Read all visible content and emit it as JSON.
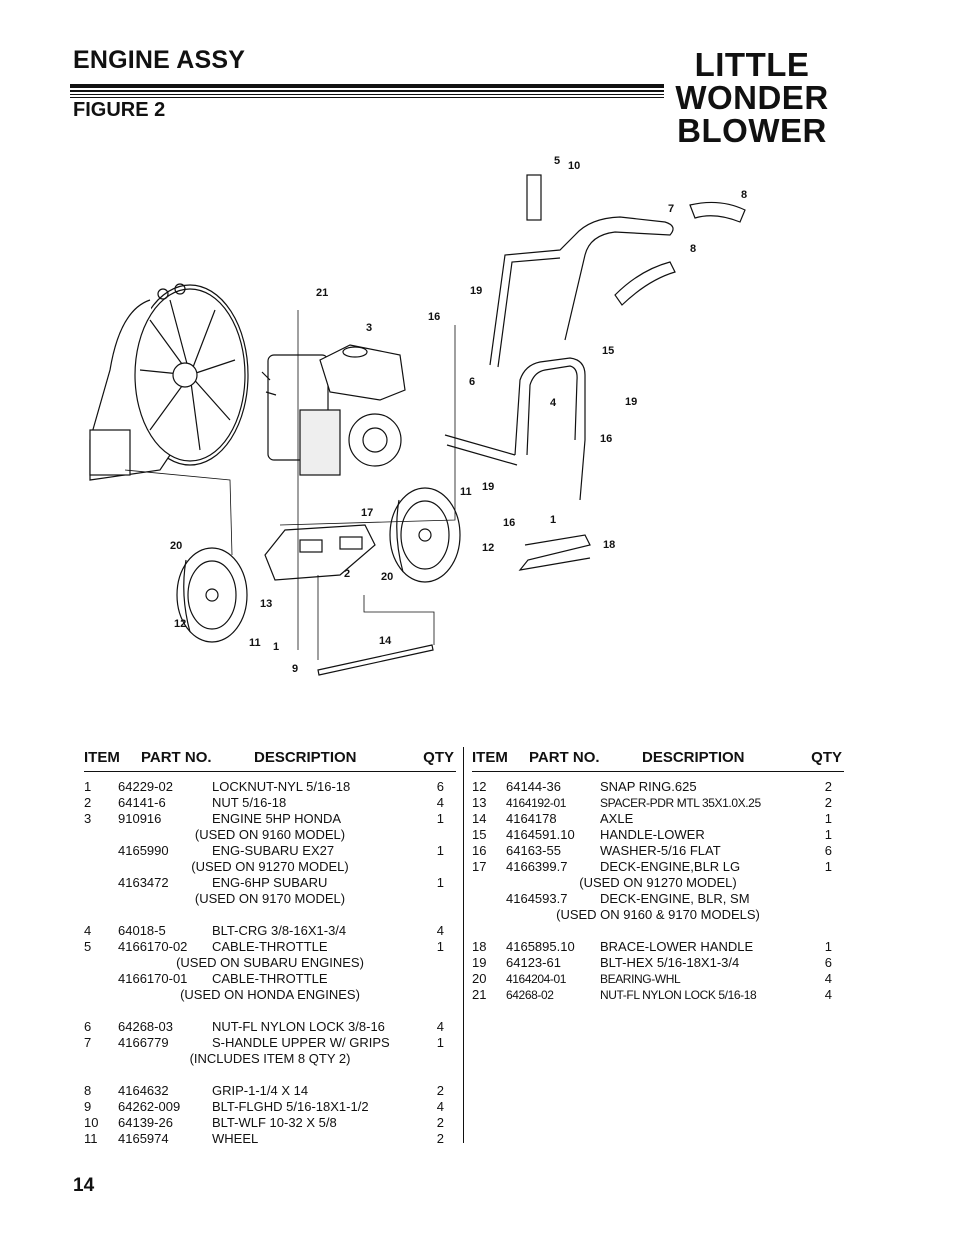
{
  "header": {
    "section_title": "ENGINE ASSY",
    "figure_title": "FIGURE 2",
    "brand_line1": "LITTLE",
    "brand_line2": "WONDER",
    "brand_line3": "BLOWER"
  },
  "diagram": {
    "callouts": [
      "5",
      "10",
      "8",
      "7",
      "8",
      "21",
      "19",
      "16",
      "3",
      "6",
      "15",
      "4",
      "19",
      "16",
      "11",
      "19",
      "16",
      "17",
      "1",
      "18",
      "12",
      "20",
      "2",
      "20",
      "13",
      "12",
      "11",
      "1",
      "14",
      "9"
    ]
  },
  "table": {
    "headers": {
      "item": "ITEM",
      "part": "PART NO.",
      "description": "DESCRIPTION",
      "qty": "QTY"
    },
    "left_rows": [
      {
        "item": "1",
        "part": "64229-02",
        "desc": "LOCKNUT-NYL 5/16-18",
        "qty": "6"
      },
      {
        "item": "2",
        "part": "64141-6",
        "desc": "NUT 5/16-18",
        "qty": "4"
      },
      {
        "item": "3",
        "part": "910916",
        "desc": "ENGINE 5HP HONDA",
        "qty": "1"
      },
      {
        "note": "(USED ON 9160 MODEL)"
      },
      {
        "item": "",
        "part": "4165990",
        "desc": "ENG-SUBARU EX27",
        "qty": "1"
      },
      {
        "note": "(USED ON 91270 MODEL)"
      },
      {
        "item": "",
        "part": "4163472",
        "desc": "ENG-6HP SUBARU",
        "qty": "1"
      },
      {
        "note": "(USED ON 9170 MODEL)"
      },
      {
        "gap": true
      },
      {
        "item": "4",
        "part": "64018-5",
        "desc": "BLT-CRG 3/8-16X1-3/4",
        "qty": "4"
      },
      {
        "item": "5",
        "part": "4166170-02",
        "desc": "CABLE-THROTTLE",
        "qty": "1"
      },
      {
        "note": "(USED ON SUBARU ENGINES)"
      },
      {
        "item": "",
        "part": "4166170-01",
        "desc": "CABLE-THROTTLE",
        "qty": ""
      },
      {
        "note": "(USED ON HONDA ENGINES)"
      },
      {
        "gap": true
      },
      {
        "item": "6",
        "part": "64268-03",
        "desc": "NUT-FL NYLON LOCK 3/8-16",
        "qty": "4"
      },
      {
        "item": "7",
        "part": "4166779",
        "desc": "S-HANDLE UPPER W/ GRIPS",
        "qty": "1"
      },
      {
        "note": "(INCLUDES ITEM 8 QTY 2)"
      },
      {
        "gap": true
      },
      {
        "item": "8",
        "part": "4164632",
        "desc": "GRIP-1-1/4 X 14",
        "qty": "2"
      },
      {
        "item": "9",
        "part": "64262-009",
        "desc": "BLT-FLGHD 5/16-18X1-1/2",
        "qty": "4"
      },
      {
        "item": "10",
        "part": "64139-26",
        "desc": "BLT-WLF 10-32 X 5/8",
        "qty": "2"
      },
      {
        "item": "11",
        "part": "4165974",
        "desc": "WHEEL",
        "qty": "2"
      }
    ],
    "right_rows": [
      {
        "item": "12",
        "part": "64144-36",
        "desc": "SNAP RING.625",
        "qty": "2"
      },
      {
        "item": "13",
        "part": "4164192-01",
        "desc": "SPACER-PDR MTL 35X1.0X.25",
        "qty": "2",
        "small": true
      },
      {
        "item": "14",
        "part": "4164178",
        "desc": "AXLE",
        "qty": "1"
      },
      {
        "item": "15",
        "part": "4164591.10",
        "desc": "HANDLE-LOWER",
        "qty": "1"
      },
      {
        "item": "16",
        "part": "64163-55",
        "desc": "WASHER-5/16 FLAT",
        "qty": "6"
      },
      {
        "item": "17",
        "part": "4166399.7",
        "desc": "DECK-ENGINE,BLR LG",
        "qty": "1"
      },
      {
        "note": "(USED ON 91270 MODEL)"
      },
      {
        "item": "",
        "part": "4164593.7",
        "desc": "DECK-ENGINE, BLR, SM",
        "qty": ""
      },
      {
        "note": "(USED ON 9160 & 9170 MODELS)"
      },
      {
        "gap": true
      },
      {
        "item": "18",
        "part": "4165895.10",
        "desc": "BRACE-LOWER HANDLE",
        "qty": "1"
      },
      {
        "item": "19",
        "part": "64123-61",
        "desc": "BLT-HEX 5/16-18X1-3/4",
        "qty": "6"
      },
      {
        "item": "20",
        "part": "4164204-01",
        "desc": "BEARING-WHL",
        "qty": "4",
        "small": true
      },
      {
        "item": "21",
        "part": "64268-02",
        "desc": "NUT-FL NYLON LOCK 5/16-18",
        "qty": "4",
        "small": true
      }
    ]
  },
  "footer": {
    "page_number": "14"
  }
}
